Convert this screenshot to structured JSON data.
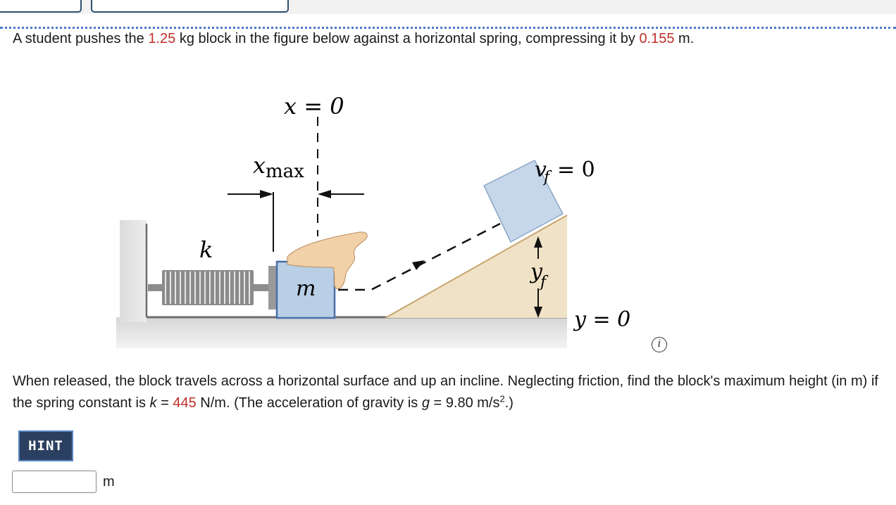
{
  "problem": {
    "intro_pre": "A student pushes the ",
    "mass": "1.25",
    "intro_mid": " kg block in the figure below against a horizontal spring, compressing it by ",
    "compression": "0.155",
    "intro_post": " m.",
    "body_pre": "When released, the block travels across a horizontal surface and up an incline. Neglecting friction, find the block's maximum height (in m) if the spring constant is ",
    "k_symbol": "k",
    "equals": " = ",
    "spring_constant": "445",
    "body_mid": " N/m. (The acceleration of gravity is ",
    "g_symbol": "g",
    "g_value": "9.80 m/s",
    "g_exp": "2",
    "body_post": ".)"
  },
  "figure": {
    "x_zero": "x = 0",
    "x_max_x": "x",
    "x_max_sub": "max",
    "spring_label": "k",
    "block_label": "m",
    "vf_v": "v",
    "vf_sub": "f",
    "vf_eq": "= 0",
    "yf_y": "y",
    "yf_sub": "f",
    "y_zero": "y = 0"
  },
  "info_icon_glyph": "i",
  "hint_label": "HINT",
  "answer": {
    "value": "",
    "unit": "m"
  },
  "colors": {
    "accent_red": "#c0302a",
    "hint_bg": "#2b4060",
    "block_fill": "#b8cfe6",
    "incline_fill": "#f0e2c6",
    "dotted_rule": "#4a78c8"
  }
}
